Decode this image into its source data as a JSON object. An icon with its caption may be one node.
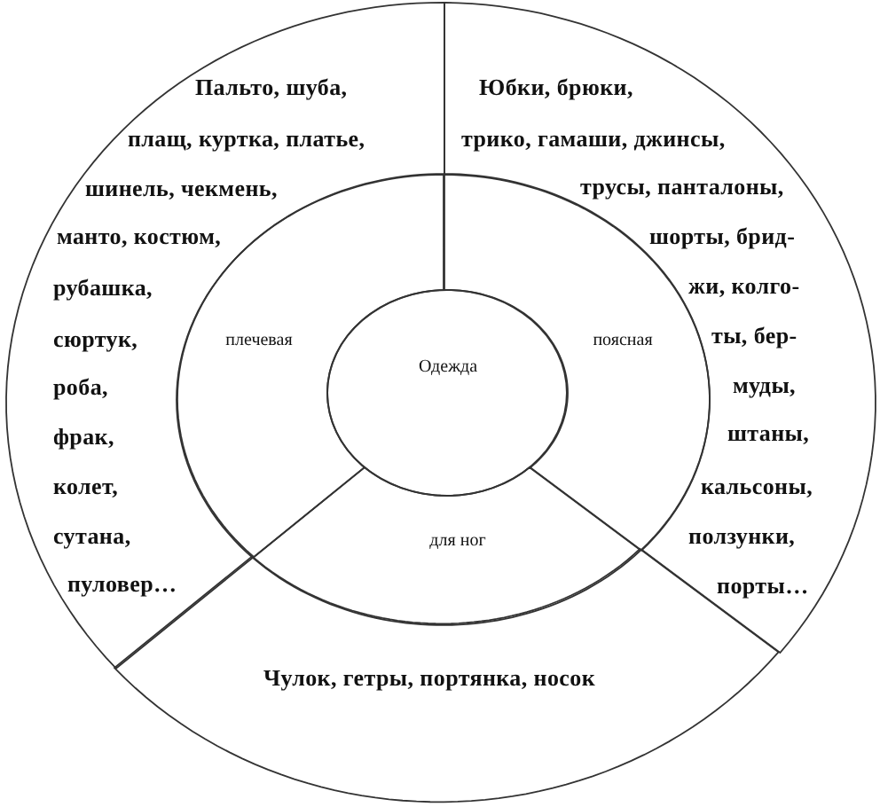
{
  "diagram": {
    "nodes": [
      {
        "text": [
          "Одежда"
        ]
      },
      {
        "text": [
          "плечевая"
        ]
      },
      {
        "text": [
          "поясная"
        ]
      },
      {
        "text": [
          "для ног"
        ]
      },
      {
        "text": [
          "Пальто, шуба,",
          "плащ, куртка, платье,",
          "шинель, чекмень,",
          "манто, костюм,",
          "рубашка,",
          "сюртук,",
          "роба,",
          "фрак,",
          "колет,",
          "сутана,",
          "пуловер…"
        ]
      },
      {
        "text": [
          "Юбки, брюки,",
          "трико, гамаши, джинсы,",
          "трусы, панталоны,",
          "шорты, брид-",
          "жи, колго-",
          "ты, бер-",
          "муды,",
          "штаны,",
          "кальсоны,",
          "ползунки,",
          "порты…"
        ]
      },
      {
        "text": [
          "Чулок, гетры, портянка, носок"
        ]
      }
    ]
  }
}
